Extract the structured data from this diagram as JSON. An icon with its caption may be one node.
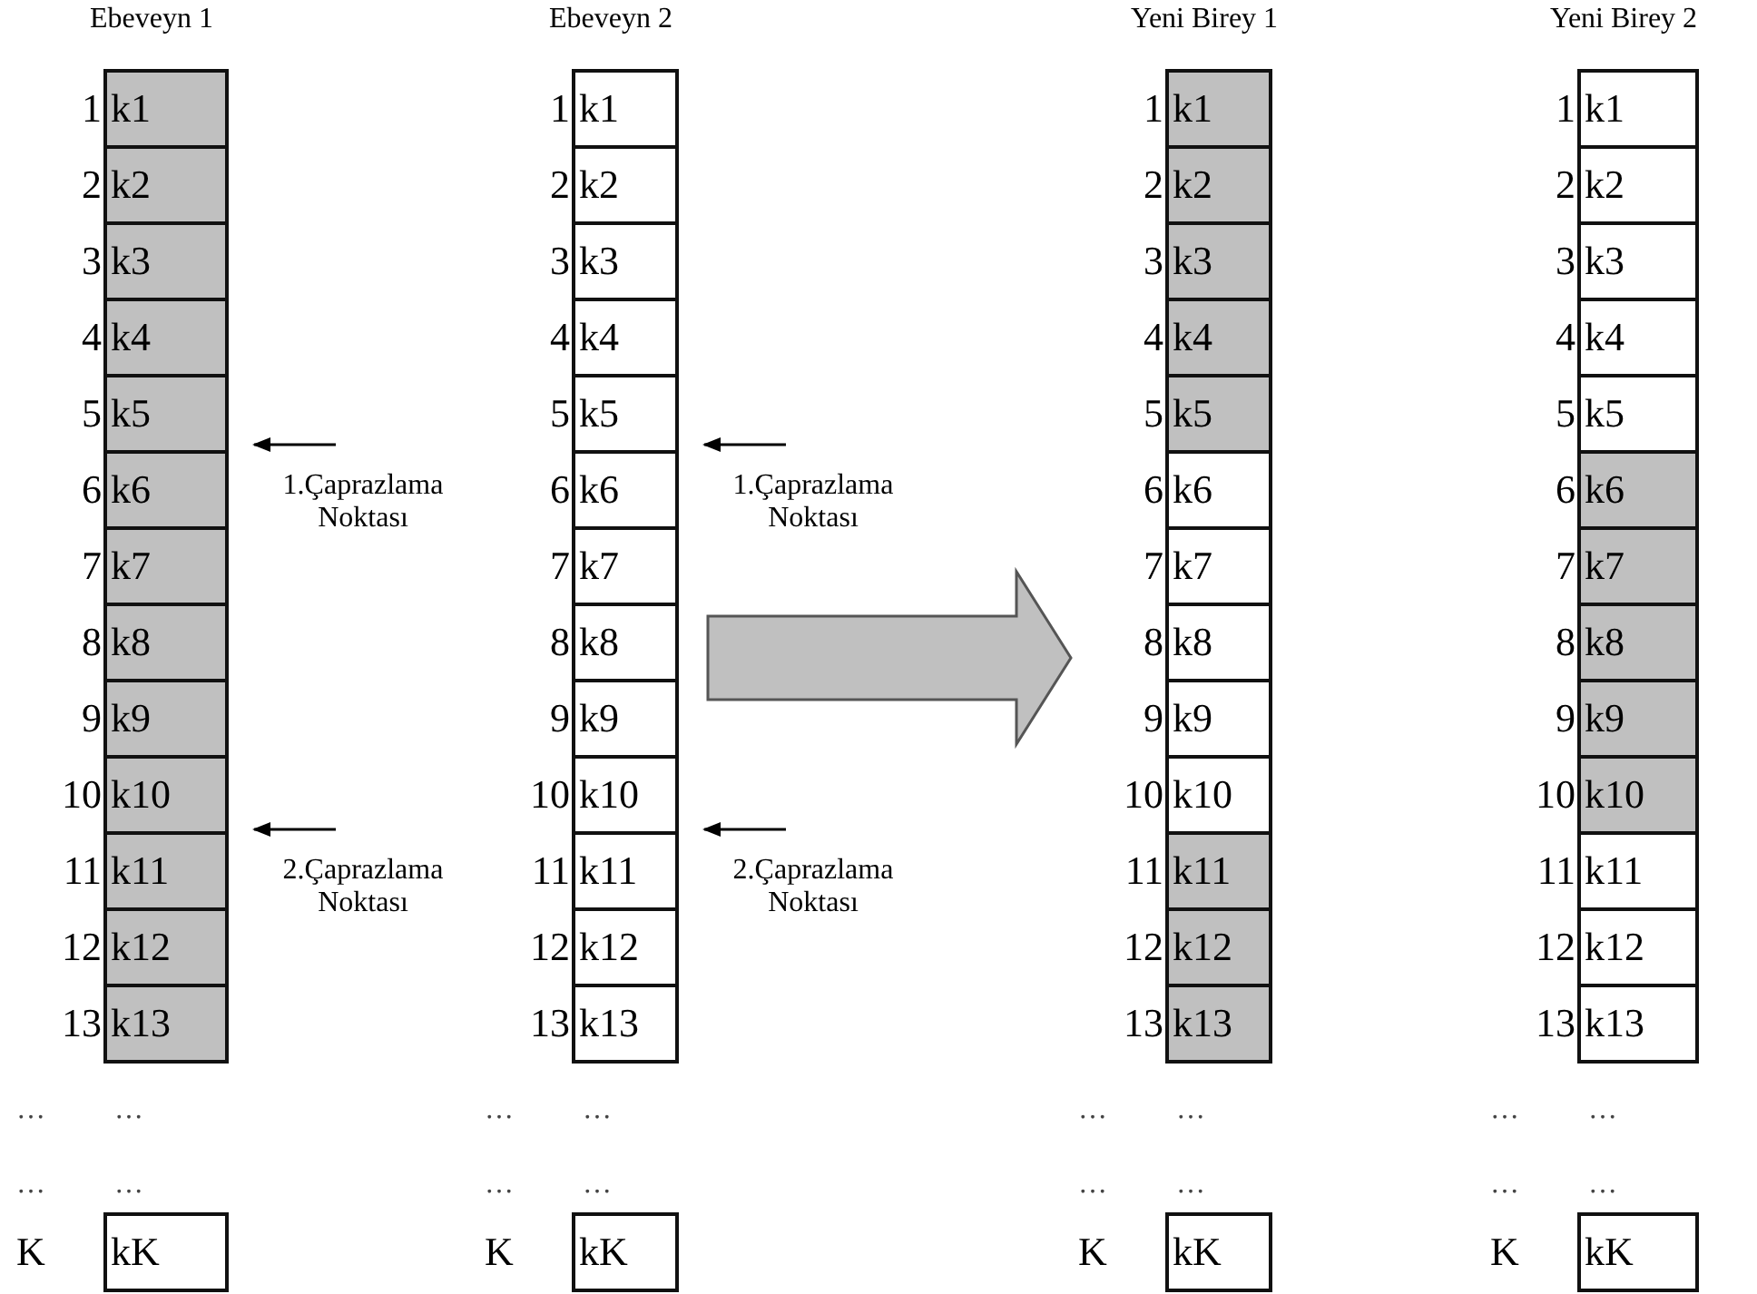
{
  "diagram": {
    "nodes": [
      {
        "text": [
          "Ebeveyn 1"
        ]
      },
      {
        "text": [
          "k1"
        ],
        "beside": [
          "1"
        ],
        "in": 0
      },
      {
        "text": [
          "k2"
        ],
        "beside": [
          "2"
        ],
        "in": 0
      },
      {
        "text": [
          "k3"
        ],
        "beside": [
          "3"
        ],
        "in": 0
      },
      {
        "text": [
          "k4"
        ],
        "beside": [
          "4"
        ],
        "in": 0
      },
      {
        "text": [
          "k5"
        ],
        "beside": [
          "5"
        ],
        "in": 0
      },
      {
        "text": [
          "k6"
        ],
        "beside": [
          "6"
        ],
        "in": 0
      },
      {
        "text": [
          "k7"
        ],
        "beside": [
          "7"
        ],
        "in": 0
      },
      {
        "text": [
          "k8"
        ],
        "beside": [
          "8"
        ],
        "in": 0
      },
      {
        "text": [
          "k9"
        ],
        "beside": [
          "9"
        ],
        "in": 0
      },
      {
        "text": [
          "k10"
        ],
        "beside": [
          "10"
        ],
        "in": 0
      },
      {
        "text": [
          "k11"
        ],
        "beside": [
          "11"
        ],
        "in": 0
      },
      {
        "text": [
          "k12"
        ],
        "beside": [
          "12"
        ],
        "in": 0
      },
      {
        "text": [
          "k13"
        ],
        "beside": [
          "13"
        ],
        "in": 0
      },
      {
        "text": [
          "kK"
        ],
        "beside": [
          "K"
        ],
        "in": 0
      },
      {
        "text": [
          "Ebeveyn 2"
        ]
      },
      {
        "text": [
          "k1"
        ],
        "beside": [
          "1"
        ],
        "in": 15
      },
      {
        "text": [
          "k2"
        ],
        "beside": [
          "2"
        ],
        "in": 15
      },
      {
        "text": [
          "k3"
        ],
        "beside": [
          "3"
        ],
        "in": 15
      },
      {
        "text": [
          "k4"
        ],
        "beside": [
          "4"
        ],
        "in": 15
      },
      {
        "text": [
          "k5"
        ],
        "beside": [
          "5"
        ],
        "in": 15
      },
      {
        "text": [
          "k6"
        ],
        "beside": [
          "6"
        ],
        "in": 15
      },
      {
        "text": [
          "k7"
        ],
        "beside": [
          "7"
        ],
        "in": 15
      },
      {
        "text": [
          "k8"
        ],
        "beside": [
          "8"
        ],
        "in": 15
      },
      {
        "text": [
          "k9"
        ],
        "beside": [
          "9"
        ],
        "in": 15
      },
      {
        "text": [
          "k10"
        ],
        "beside": [
          "10"
        ],
        "in": 15
      },
      {
        "text": [
          "k11"
        ],
        "beside": [
          "11"
        ],
        "in": 15
      },
      {
        "text": [
          "k12"
        ],
        "beside": [
          "12"
        ],
        "in": 15
      },
      {
        "text": [
          "k13"
        ],
        "beside": [
          "13"
        ],
        "in": 15
      },
      {
        "text": [
          "kK"
        ],
        "beside": [
          "K"
        ],
        "in": 15
      },
      {
        "text": [
          "Yeni Birey 1"
        ]
      },
      {
        "text": [
          "k1"
        ],
        "beside": [
          "1"
        ],
        "in": 30
      },
      {
        "text": [
          "k2"
        ],
        "beside": [
          "2"
        ],
        "in": 30
      },
      {
        "text": [
          "k3"
        ],
        "beside": [
          "3"
        ],
        "in": 30
      },
      {
        "text": [
          "k4"
        ],
        "beside": [
          "4"
        ],
        "in": 30
      },
      {
        "text": [
          "k5"
        ],
        "beside": [
          "5"
        ],
        "in": 30
      },
      {
        "text": [
          "k6"
        ],
        "beside": [
          "6"
        ],
        "in": 30
      },
      {
        "text": [
          "k7"
        ],
        "beside": [
          "7"
        ],
        "in": 30
      },
      {
        "text": [
          "k8"
        ],
        "beside": [
          "8"
        ],
        "in": 30
      },
      {
        "text": [
          "k9"
        ],
        "beside": [
          "9"
        ],
        "in": 30
      },
      {
        "text": [
          "k10"
        ],
        "beside": [
          "10"
        ],
        "in": 30
      },
      {
        "text": [
          "k11"
        ],
        "beside": [
          "11"
        ],
        "in": 30
      },
      {
        "text": [
          "k12"
        ],
        "beside": [
          "12"
        ],
        "in": 30
      },
      {
        "text": [
          "k13"
        ],
        "beside": [
          "13"
        ],
        "in": 30
      },
      {
        "text": [
          "kK"
        ],
        "beside": [
          "K"
        ],
        "in": 30
      },
      {
        "text": [
          "Yeni Birey 2"
        ]
      },
      {
        "text": [
          "k1"
        ],
        "beside": [
          "1"
        ],
        "in": 45
      },
      {
        "text": [
          "k2"
        ],
        "beside": [
          "2"
        ],
        "in": 45
      },
      {
        "text": [
          "k3"
        ],
        "beside": [
          "3"
        ],
        "in": 45
      },
      {
        "text": [
          "k4"
        ],
        "beside": [
          "4"
        ],
        "in": 45
      },
      {
        "text": [
          "k5"
        ],
        "beside": [
          "5"
        ],
        "in": 45
      },
      {
        "text": [
          "k6"
        ],
        "beside": [
          "6"
        ],
        "in": 45
      },
      {
        "text": [
          "k7"
        ],
        "beside": [
          "7"
        ],
        "in": 45
      },
      {
        "text": [
          "k8"
        ],
        "beside": [
          "8"
        ],
        "in": 45
      },
      {
        "text": [
          "k9"
        ],
        "beside": [
          "9"
        ],
        "in": 45
      },
      {
        "text": [
          "k10"
        ],
        "beside": [
          "10"
        ],
        "in": 45
      },
      {
        "text": [
          "k11"
        ],
        "beside": [
          "11"
        ],
        "in": 45
      },
      {
        "text": [
          "k12"
        ],
        "beside": [
          "12"
        ],
        "in": 45
      },
      {
        "text": [
          "k13"
        ],
        "beside": [
          "13"
        ],
        "in": 45
      },
      {
        "text": [
          "kK"
        ],
        "beside": [
          "K"
        ],
        "in": 45
      },
      {
        "text": [
          "1.Çaprazlama Noktası"
        ]
      },
      {
        "text": [
          "2.Çaprazlama Noktası"
        ]
      },
      {
        "text": [
          "1.Çaprazlama Noktası"
        ]
      },
      {
        "text": [
          "2.Çaprazlama Noktası"
        ]
      }
    ],
    "edges": [
      {
        "from": 60,
        "to": 0,
        "arrow": "to"
      },
      {
        "from": 61,
        "to": 0,
        "arrow": "to"
      },
      {
        "from": 62,
        "to": 15,
        "arrow": "to"
      },
      {
        "from": 63,
        "to": 15,
        "arrow": "to"
      },
      {
        "from": 15,
        "to": 30,
        "arrow": "to",
        "style": "thick",
        "color": "#c0c0c0"
      }
    ],
    "labels": [
      "…",
      "…",
      "…",
      "…",
      "…",
      "…",
      "…",
      "…",
      "…",
      "…",
      "…",
      "…",
      "…",
      "…",
      "…",
      "…"
    ]
  }
}
